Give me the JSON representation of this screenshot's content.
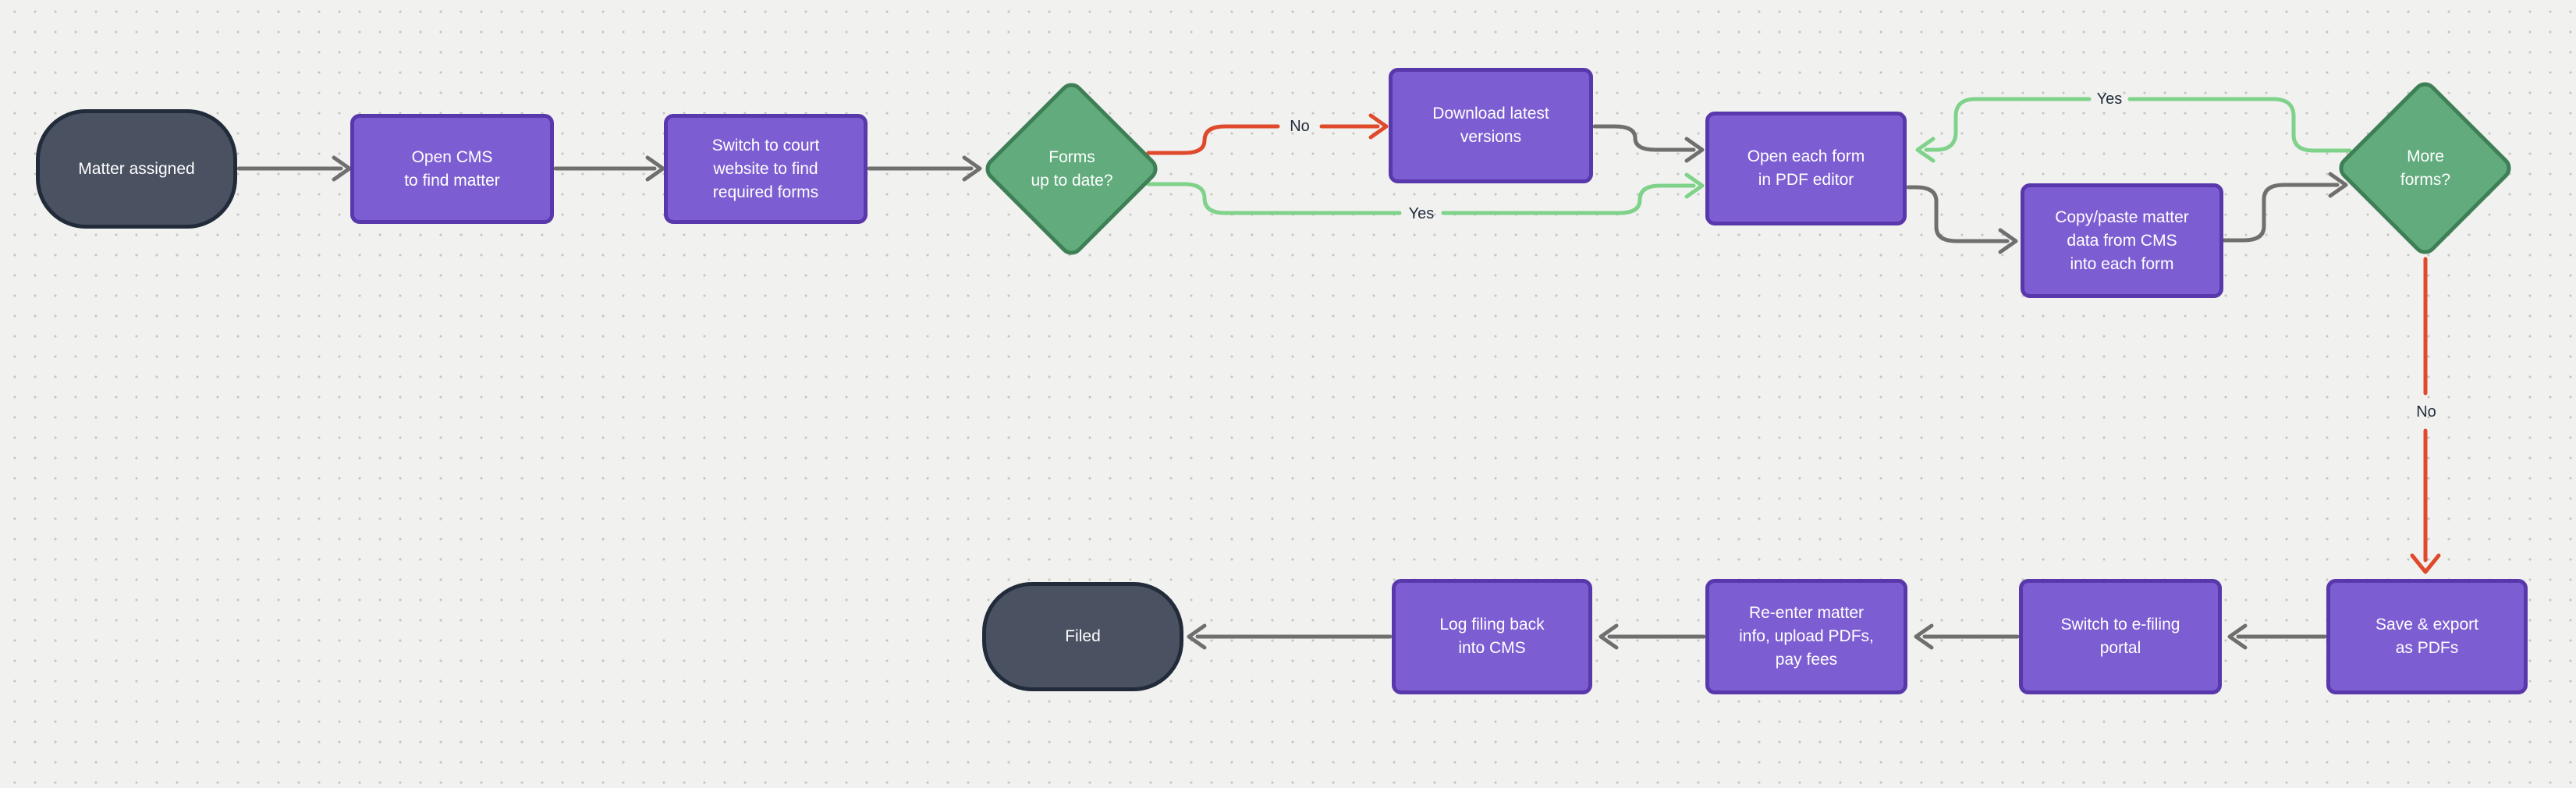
{
  "canvas": {
    "background": "#f1f1ef",
    "dot_color": "#c6c6c4"
  },
  "colors": {
    "node-purple": "#7d5ed2",
    "node-purple-border": "#5838ab",
    "node-green": "#61ab7d",
    "node-green-border": "#3e7f55",
    "node-dark": "#4a5262",
    "node-dark-border": "#222b3a",
    "edge-gray": "#6f6f6f",
    "edge-red": "#df4a2d",
    "edge-green": "#7fd28a",
    "node-text": "#ffffff",
    "edge-label-text": "#232d3d",
    "canvas-bg": "#f1f1ef",
    "dot": "#c6c6c4"
  },
  "nodes": {
    "matter_assigned": {
      "label": "Matter assigned",
      "shape": "terminator"
    },
    "open_cms": {
      "label": "Open CMS\nto find matter",
      "shape": "process"
    },
    "switch_court_website": {
      "label": "Switch to court\nwebsite to find\nrequired forms",
      "shape": "process"
    },
    "forms_up_to_date": {
      "label": "Forms\nup to date?",
      "shape": "decision"
    },
    "download_latest_versions": {
      "label": "Download latest\nversions",
      "shape": "process"
    },
    "open_each_form": {
      "label": "Open each form\nin PDF editor",
      "shape": "process"
    },
    "copy_paste_matter_data": {
      "label": "Copy/paste matter\ndata from CMS\ninto each form",
      "shape": "process"
    },
    "more_forms": {
      "label": "More\nforms?",
      "shape": "decision"
    },
    "save_export_pdfs": {
      "label": "Save & export\nas PDFs",
      "shape": "process"
    },
    "switch_efiling_portal": {
      "label": "Switch to e-filing\nportal",
      "shape": "process"
    },
    "reenter_matter_info": {
      "label": "Re-enter matter\ninfo, upload PDFs,\npay fees",
      "shape": "process"
    },
    "log_filing_back": {
      "label": "Log filing back\ninto CMS",
      "shape": "process"
    },
    "filed": {
      "label": "Filed",
      "shape": "terminator"
    }
  },
  "edge_labels": {
    "forms_no": "No",
    "forms_yes": "Yes",
    "more_forms_yes": "Yes",
    "more_forms_no": "No"
  }
}
